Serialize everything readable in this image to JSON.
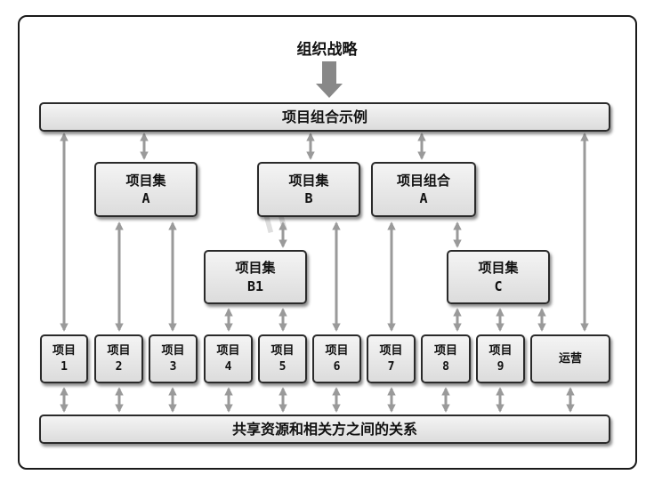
{
  "strategy_label": "组织战略",
  "portfolio_label": "项目组合示例",
  "shared_label": "共享资源和相关方之间的关系",
  "programs": [
    {
      "title": "项目集",
      "sub": "A"
    },
    {
      "title": "项目集",
      "sub": "B"
    },
    {
      "title": "项目组合",
      "sub": "A"
    },
    {
      "title": "项目集",
      "sub": "B1"
    },
    {
      "title": "项目集",
      "sub": "C"
    }
  ],
  "projects": [
    {
      "title": "项目",
      "sub": "1"
    },
    {
      "title": "项目",
      "sub": "2"
    },
    {
      "title": "项目",
      "sub": "3"
    },
    {
      "title": "项目",
      "sub": "4"
    },
    {
      "title": "项目",
      "sub": "5"
    },
    {
      "title": "项目",
      "sub": "6"
    },
    {
      "title": "项目",
      "sub": "7"
    },
    {
      "title": "项目",
      "sub": "8"
    },
    {
      "title": "项目",
      "sub": "9"
    }
  ],
  "operations_label": "运营",
  "colors": {
    "arrow": "#9a9a9a",
    "box_fill": "#e6e6e6",
    "border": "#2a2a2a"
  }
}
